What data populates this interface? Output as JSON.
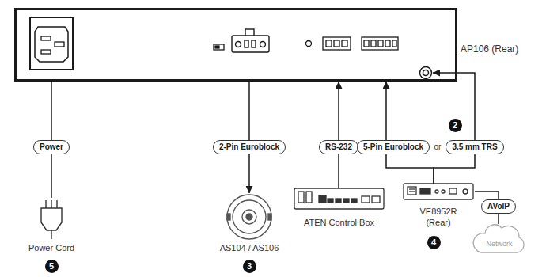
{
  "diagram": {
    "nodes": [
      {
        "text": [
          "AP106 (Rear)"
        ]
      },
      {
        "text": [
          "Power"
        ]
      },
      {
        "text": [
          "2-Pin Euroblock"
        ]
      },
      {
        "text": [
          "RS-232"
        ]
      },
      {
        "text": [
          "5-Pin Euroblock"
        ]
      },
      {
        "text": [
          "3.5 mm TRS"
        ]
      },
      {
        "text": [
          "Power Cord"
        ]
      },
      {
        "text": [
          "AS104 / AS106"
        ]
      },
      {
        "text": [
          "ATEN Control Box"
        ]
      },
      {
        "text": [
          "VE8952R (Rear)"
        ]
      },
      {
        "text": [
          "AVoIP"
        ]
      },
      {
        "text": [
          "Network"
        ]
      }
    ],
    "edges": [
      {
        "from": 0,
        "to": 1,
        "arrow": "none"
      },
      {
        "from": 1,
        "to": 6,
        "arrow": "none"
      },
      {
        "from": 0,
        "to": 2,
        "arrow": "none"
      },
      {
        "from": 2,
        "to": 7,
        "arrow": "to"
      },
      {
        "from": 8,
        "to": 3,
        "arrow": "none"
      },
      {
        "from": 3,
        "to": 0,
        "arrow": "to"
      },
      {
        "from": 9,
        "to": 4,
        "arrow": "none"
      },
      {
        "from": 4,
        "to": 0,
        "arrow": "to"
      },
      {
        "from": 9,
        "to": 5,
        "arrow": "none"
      },
      {
        "from": 5,
        "to": 0,
        "arrow": "to"
      },
      {
        "from": 9,
        "to": 10,
        "arrow": "none"
      },
      {
        "from": 10,
        "to": 11,
        "arrow": "none"
      }
    ],
    "labels": [
      "or",
      "2",
      "5",
      "3",
      "4"
    ]
  }
}
